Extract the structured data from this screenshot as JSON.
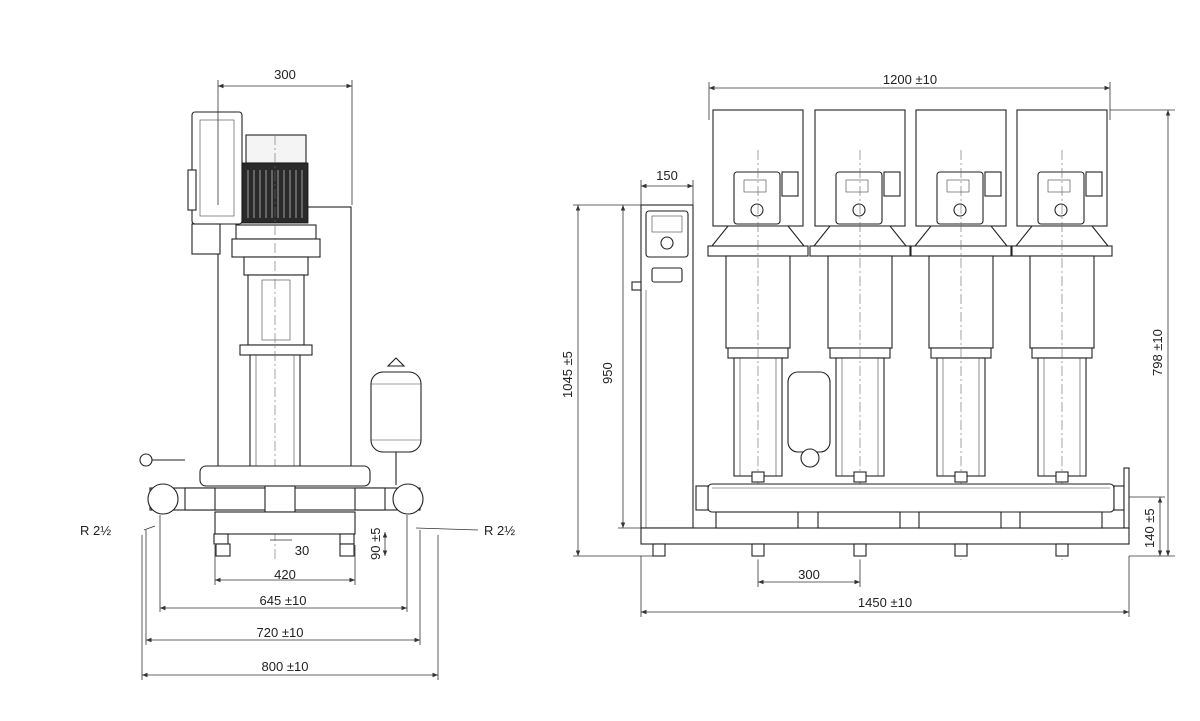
{
  "colors": {
    "line": "#222222",
    "background": "#ffffff",
    "motor_dark": "#2a2a2a"
  },
  "side_view": {
    "dims": {
      "top_width": "300",
      "r_left": "R 2½",
      "r_right": "R 2½",
      "d30": "30",
      "d90": "90 ±5",
      "d420": "420",
      "d645": "645 ±10",
      "d720": "720 ±10",
      "d800": "800 ±10"
    }
  },
  "front_view": {
    "dims": {
      "top_width": "1200 ±10",
      "panel_width": "150",
      "height_total": "1045 ±5",
      "height_panel": "950",
      "height_right": "798 ±10",
      "height_base": "140 ±5",
      "spacing": "300",
      "total_width": "1450 ±10"
    }
  }
}
